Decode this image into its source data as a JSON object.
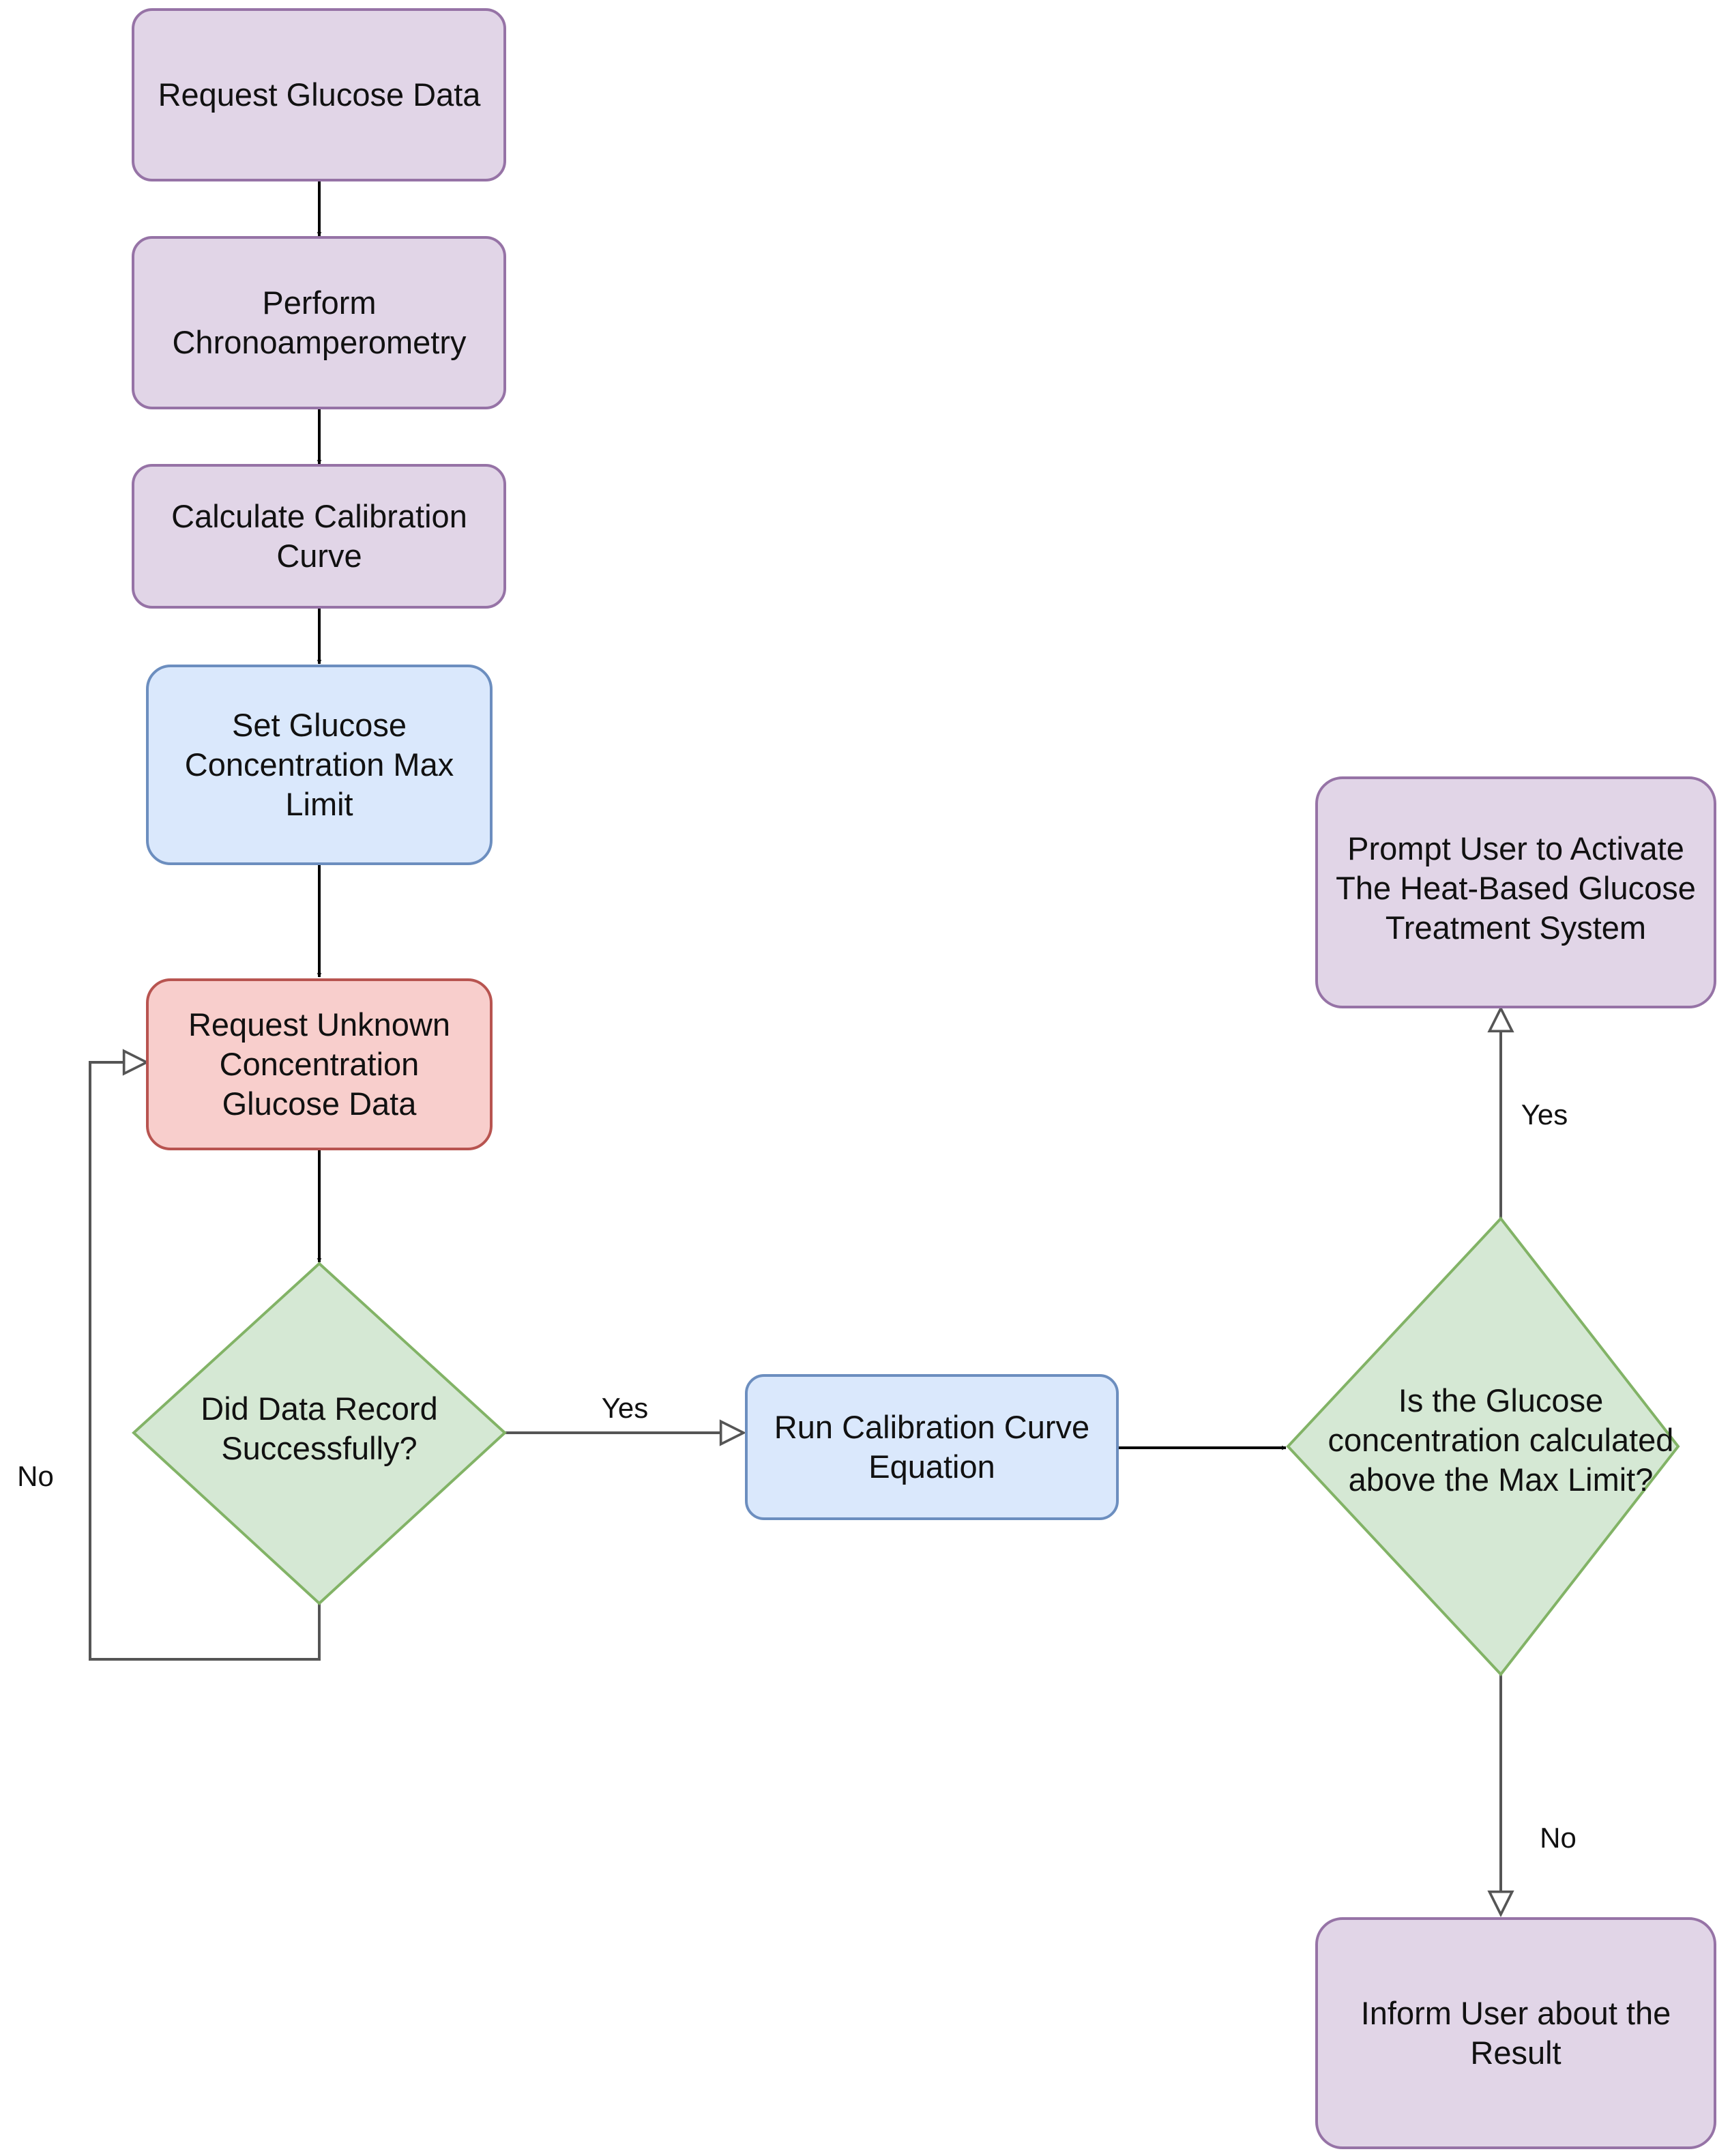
{
  "colors": {
    "purple_fill": "#e1d5e7",
    "purple_stroke": "#9673a6",
    "blue_fill": "#dae8fc",
    "blue_stroke": "#6c8ebf",
    "red_fill": "#f8cecc",
    "red_stroke": "#b85450",
    "green_fill": "#d5e8d4",
    "green_stroke": "#82b366",
    "arrow_black": "#000000",
    "arrow_gray": "#555555"
  },
  "nodes": {
    "request_glucose": {
      "lines": [
        "Request Glucose Data"
      ]
    },
    "chronoamperometry": {
      "lines": [
        "Perform",
        "Chronoamperometry"
      ]
    },
    "calibration_curve": {
      "lines": [
        "Calculate Calibration",
        "Curve"
      ]
    },
    "set_max_limit": {
      "lines": [
        "Set Glucose",
        "Concentration Max",
        "Limit"
      ]
    },
    "request_unknown": {
      "lines": [
        "Request Unknown",
        "Concentration",
        "Glucose Data"
      ]
    },
    "did_record": {
      "lines": [
        "Did Data Record",
        "Successfully?"
      ]
    },
    "run_equation": {
      "lines": [
        "Run Calibration Curve",
        "Equation"
      ]
    },
    "above_max": {
      "lines": [
        "Is the Glucose",
        "concentration calculated",
        "above the Max Limit?"
      ]
    },
    "prompt_user": {
      "lines": [
        "Prompt User to Activate",
        "The Heat-Based Glucose",
        "Treatment System"
      ]
    },
    "inform_user": {
      "lines": [
        "Inform User about the",
        "Result"
      ]
    }
  },
  "edge_labels": {
    "record_yes": "Yes",
    "record_no": "No",
    "max_yes": "Yes",
    "max_no": "No"
  }
}
